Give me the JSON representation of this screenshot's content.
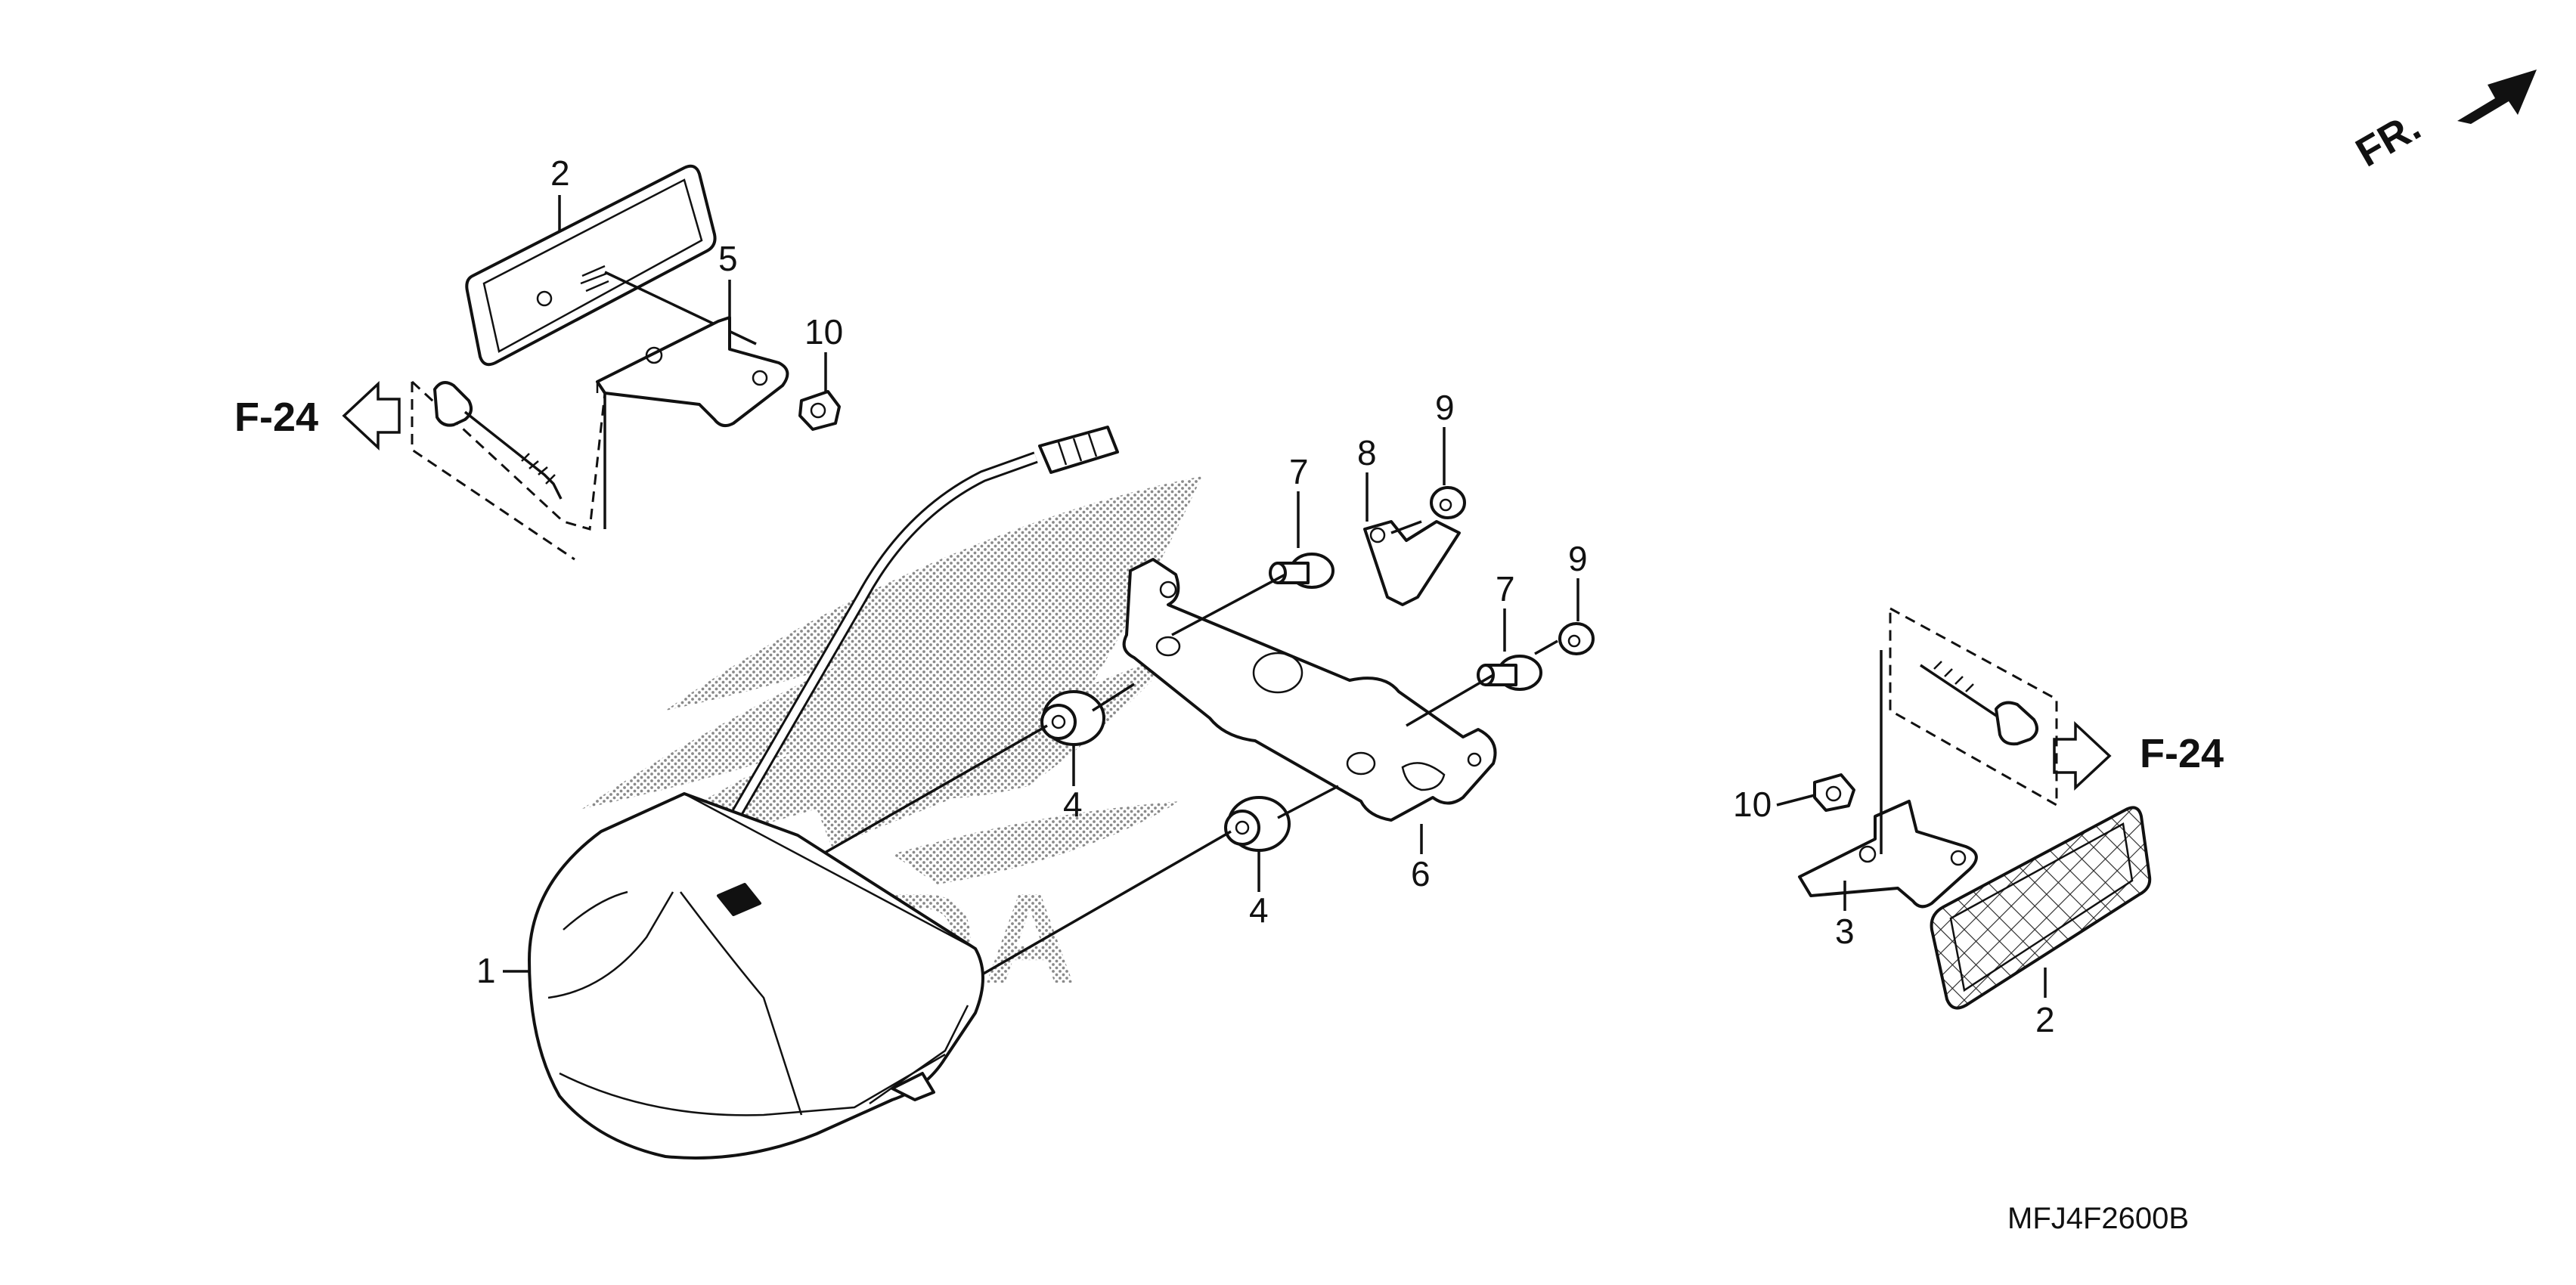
{
  "diagram": {
    "code": "MFJ4F2600B",
    "direction_label": "FR.",
    "refs": {
      "left": "F-24",
      "right": "F-24"
    },
    "watermark": "HONDA",
    "callouts": [
      {
        "id": "c1",
        "text": "1"
      },
      {
        "id": "c2a",
        "text": "2"
      },
      {
        "id": "c2b",
        "text": "2"
      },
      {
        "id": "c3",
        "text": "3"
      },
      {
        "id": "c4a",
        "text": "4"
      },
      {
        "id": "c4b",
        "text": "4"
      },
      {
        "id": "c5",
        "text": "5"
      },
      {
        "id": "c6",
        "text": "6"
      },
      {
        "id": "c7a",
        "text": "7"
      },
      {
        "id": "c7b",
        "text": "7"
      },
      {
        "id": "c8",
        "text": "8"
      },
      {
        "id": "c9a",
        "text": "9"
      },
      {
        "id": "c9b",
        "text": "9"
      },
      {
        "id": "c10a",
        "text": "10"
      },
      {
        "id": "c10b",
        "text": "10"
      }
    ]
  },
  "colors": {
    "ink": "#111111",
    "watermark_dots": "#9a9a9a",
    "background": "#ffffff"
  }
}
